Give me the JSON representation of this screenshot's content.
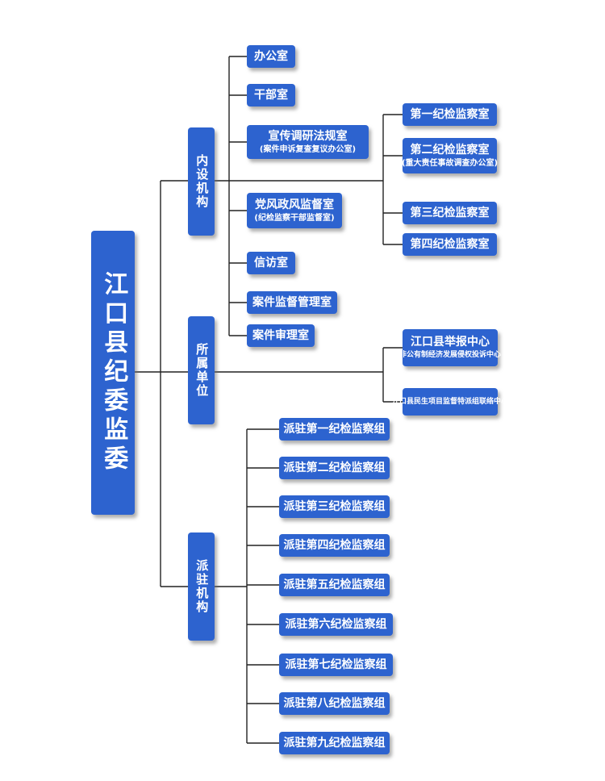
{
  "root": {
    "label": "江口县纪委监委"
  },
  "groups": {
    "neishe": {
      "label": "内设机构",
      "items": [
        {
          "label": "办公室"
        },
        {
          "label": "干部室"
        },
        {
          "label": "宣传调研法规室",
          "sub": "(案件申诉复查复议办公室)"
        },
        {
          "label": "党风政风监督室",
          "sub": "(纪检监察干部监督室)"
        },
        {
          "label": "信访室"
        },
        {
          "label": "案件监督管理室"
        },
        {
          "label": "案件审理室"
        }
      ],
      "subitems": [
        {
          "label": "第一纪检监察室"
        },
        {
          "label": "第二纪检监察室",
          "sub": "(重大责任事故调查办公室)"
        },
        {
          "label": "第三纪检监察室"
        },
        {
          "label": "第四纪检监察室"
        }
      ]
    },
    "suoshu": {
      "label": "所属单位",
      "items": [
        {
          "label": "江口县举报中心",
          "sub": "非公有制经济发展侵权投诉中心"
        },
        {
          "label": "江口县民生项目监督特派组联络中心"
        }
      ]
    },
    "paizhu": {
      "label": "派驻机构",
      "items": [
        {
          "label": "派驻第一纪检监察组"
        },
        {
          "label": "派驻第二纪检监察组"
        },
        {
          "label": "派驻第三纪检监察组"
        },
        {
          "label": "派驻第四纪检监察组"
        },
        {
          "label": "派驻第五纪检监察组"
        },
        {
          "label": "派驻第六纪检监察组"
        },
        {
          "label": "派驻第七纪检监察组"
        },
        {
          "label": "派驻第八纪检监察组"
        },
        {
          "label": "派驻第九纪检监察组"
        }
      ]
    }
  },
  "colors": {
    "box": "#2d63cf",
    "text": "#ffffff",
    "line": "#222222"
  }
}
